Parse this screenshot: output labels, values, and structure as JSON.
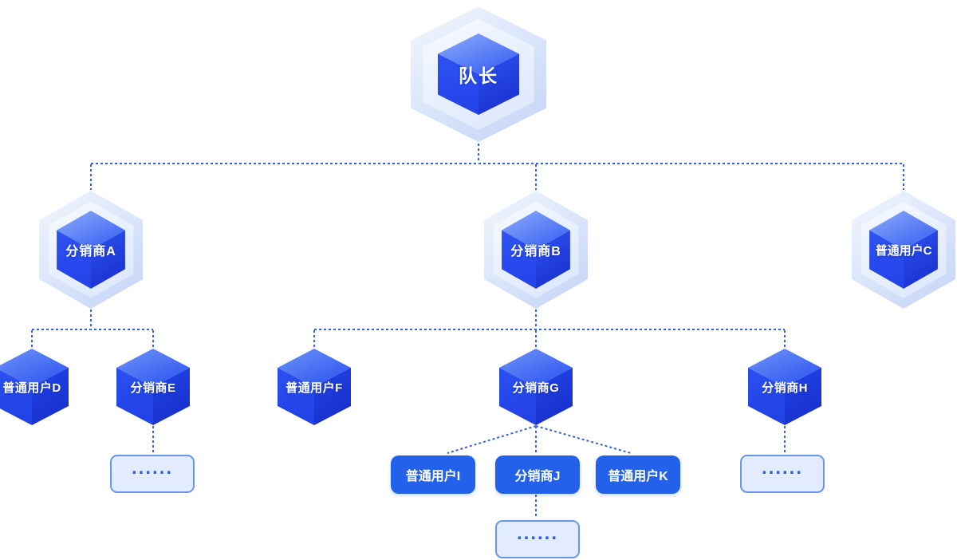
{
  "nodes": {
    "captain": {
      "label": "队长"
    },
    "distributor_a": {
      "label": "分销商A"
    },
    "distributor_b": {
      "label": "分销商B"
    },
    "user_c": {
      "label": "普通用户C"
    },
    "user_d": {
      "label": "普通用户D"
    },
    "distributor_e": {
      "label": "分销商E"
    },
    "user_f": {
      "label": "普通用户F"
    },
    "distributor_g": {
      "label": "分销商G"
    },
    "distributor_h": {
      "label": "分销商H"
    },
    "user_i": {
      "label": "普通用户I"
    },
    "distributor_j": {
      "label": "分销商J"
    },
    "user_k": {
      "label": "普通用户K"
    },
    "more_under_e": {
      "label": "......"
    },
    "more_under_h": {
      "label": "......"
    },
    "more_under_j": {
      "label": "......"
    }
  },
  "colors": {
    "connector": "#3B5EE4",
    "solid_box_blue": "#2361EA",
    "light_box_fill": "#E3ECFC",
    "light_box_border": "#6B94F1",
    "dots_text": "#2E5FE9",
    "hex_outer_ring": "#D3E0F9",
    "hex_mid_ring": "#EAF1FD",
    "cube_top_face": "#4F77F6",
    "cube_left_face": "#2B50F0",
    "cube_right_face": "#1E3CDE",
    "label_text": "#FFFFFF"
  }
}
